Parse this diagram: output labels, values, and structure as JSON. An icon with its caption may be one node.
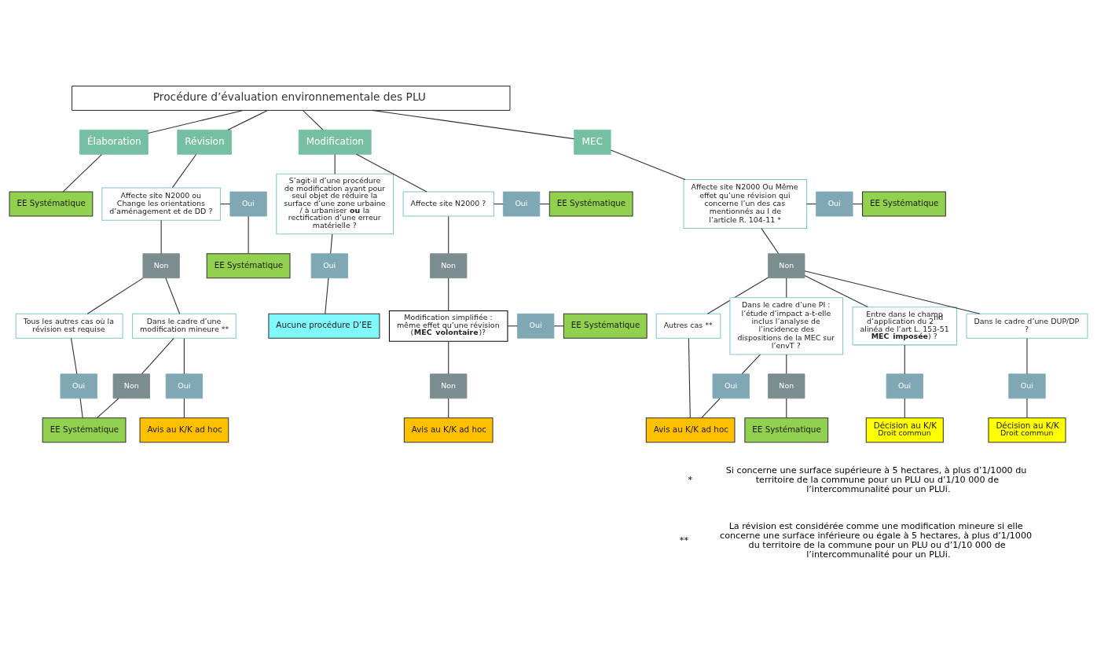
{
  "diagram": {
    "nodes": [
      {
        "text": [
          "Procédure d’évaluation environnementale des PLU"
        ]
      },
      {
        "text": [
          "Élaboration"
        ]
      },
      {
        "text": [
          "Révision"
        ]
      },
      {
        "text": [
          "Modification"
        ]
      },
      {
        "text": [
          "MEC"
        ]
      },
      {
        "text": [
          "EE Systématique"
        ]
      },
      {
        "text": [
          "Affecte site N2000 ou Change les orientations d’aménagement et de DD ?"
        ]
      },
      {
        "text": [
          "Oui"
        ]
      },
      {
        "text": [
          "EE Systématique"
        ]
      },
      {
        "text": [
          "Non"
        ]
      },
      {
        "text": [
          "Tous les autres cas où la révision est requise"
        ]
      },
      {
        "text": [
          "Dans le cadre d’une modification mineure **"
        ]
      },
      {
        "text": [
          "Oui"
        ]
      },
      {
        "text": [
          "EE Systématique"
        ]
      },
      {
        "text": [
          "Non"
        ]
      },
      {
        "text": [
          "Oui"
        ]
      },
      {
        "text": [
          "Avis au K/K ad hoc"
        ]
      },
      {
        "text": [
          "S’agit-il d’une procédure de modification ayant pour seul objet de réduire la surface d’une zone urbaine / à urbaniser **ou** la rectification d’une erreur matérielle ?"
        ]
      },
      {
        "text": [
          "Oui"
        ]
      },
      {
        "text": [
          "Aucune procédure D’EE"
        ]
      },
      {
        "text": [
          "Affecte site N2000 ?"
        ]
      },
      {
        "text": [
          "Oui"
        ]
      },
      {
        "text": [
          "EE Systématique"
        ]
      },
      {
        "text": [
          "Non"
        ]
      },
      {
        "text": [
          "Modification simplifiée : même effet qu’une révision (**MEC volontaire**)?"
        ]
      },
      {
        "text": [
          "Oui"
        ]
      },
      {
        "text": [
          "EE Systématique"
        ]
      },
      {
        "text": [
          "Non"
        ]
      },
      {
        "text": [
          "Avis au K/K ad hoc"
        ]
      },
      {
        "text": [
          "Affecte site N2000 Ou Même effet qu’une révision qui concerne l’un des cas mentionnés au I de l’article R. 104-11 *"
        ]
      },
      {
        "text": [
          "Oui"
        ]
      },
      {
        "text": [
          "EE Systématique"
        ]
      },
      {
        "text": [
          "Non"
        ]
      },
      {
        "text": [
          "Autres cas **"
        ]
      },
      {
        "text": [
          "Dans le cadre d’une PI : l’étude d’impact a-t-elle inclus l’analyse de l’incidence des dispositions de la MEC sur l’envT ?"
        ]
      },
      {
        "text": [
          "Entre dans le champ d’application du 2$^{nd}$ alinéa de l’art L. 153-51 **MEC imposée**) ?"
        ]
      },
      {
        "text": [
          "Dans le cadre d’une DUP/DP ?"
        ]
      },
      {
        "text": [
          "Avis au K/K ad hoc"
        ]
      },
      {
        "text": [
          "Oui"
        ]
      },
      {
        "text": [
          "Non"
        ]
      },
      {
        "text": [
          "EE Systématique"
        ]
      },
      {
        "text": [
          "Oui"
        ]
      },
      {
        "text": [
          "Décision au K/K",
          "Droit commun"
        ]
      },
      {
        "text": [
          "Oui"
        ]
      },
      {
        "text": [
          "Décision au K/K",
          "Droit commun"
        ]
      }
    ],
    "edges": [
      {
        "from": 0,
        "to": 1,
        "arrow": "none"
      },
      {
        "from": 0,
        "to": 2,
        "arrow": "none"
      },
      {
        "from": 0,
        "to": 3,
        "arrow": "none"
      },
      {
        "from": 0,
        "to": 4,
        "arrow": "none"
      },
      {
        "from": 1,
        "to": 5,
        "arrow": "none"
      },
      {
        "from": 2,
        "to": 6,
        "arrow": "none"
      },
      {
        "from": 6,
        "to": 7,
        "arrow": "none"
      },
      {
        "from": 7,
        "to": 8,
        "arrow": "none"
      },
      {
        "from": 6,
        "to": 9,
        "arrow": "none"
      },
      {
        "from": 9,
        "to": 10,
        "arrow": "none"
      },
      {
        "from": 9,
        "to": 11,
        "arrow": "none"
      },
      {
        "from": 10,
        "to": 12,
        "arrow": "none"
      },
      {
        "from": 12,
        "to": 13,
        "arrow": "none"
      },
      {
        "from": 11,
        "to": 14,
        "arrow": "none"
      },
      {
        "from": 14,
        "to": 13,
        "arrow": "none"
      },
      {
        "from": 11,
        "to": 15,
        "arrow": "none"
      },
      {
        "from": 15,
        "to": 16,
        "arrow": "none"
      },
      {
        "from": 3,
        "to": 17,
        "arrow": "none"
      },
      {
        "from": 17,
        "to": 18,
        "arrow": "none"
      },
      {
        "from": 18,
        "to": 19,
        "arrow": "none"
      },
      {
        "from": 3,
        "to": 20,
        "arrow": "none"
      },
      {
        "from": 20,
        "to": 21,
        "arrow": "none"
      },
      {
        "from": 21,
        "to": 22,
        "arrow": "none"
      },
      {
        "from": 20,
        "to": 23,
        "arrow": "none"
      },
      {
        "from": 23,
        "to": 24,
        "arrow": "none"
      },
      {
        "from": 24,
        "to": 25,
        "arrow": "none"
      },
      {
        "from": 25,
        "to": 26,
        "arrow": "none"
      },
      {
        "from": 24,
        "to": 27,
        "arrow": "none"
      },
      {
        "from": 27,
        "to": 28,
        "arrow": "none"
      },
      {
        "from": 4,
        "to": 29,
        "arrow": "none"
      },
      {
        "from": 29,
        "to": 30,
        "arrow": "none"
      },
      {
        "from": 30,
        "to": 31,
        "arrow": "none"
      },
      {
        "from": 29,
        "to": 32,
        "arrow": "none"
      },
      {
        "from": 32,
        "to": 33,
        "arrow": "none"
      },
      {
        "from": 32,
        "to": 34,
        "arrow": "none"
      },
      {
        "from": 32,
        "to": 35,
        "arrow": "none"
      },
      {
        "from": 32,
        "to": 36,
        "arrow": "none"
      },
      {
        "from": 33,
        "to": 37,
        "arrow": "none"
      },
      {
        "from": 34,
        "to": 38,
        "arrow": "none"
      },
      {
        "from": 38,
        "to": 37,
        "arrow": "none"
      },
      {
        "from": 34,
        "to": 39,
        "arrow": "none"
      },
      {
        "from": 39,
        "to": 40,
        "arrow": "none"
      },
      {
        "from": 35,
        "to": 41,
        "arrow": "none"
      },
      {
        "from": 41,
        "to": 42,
        "arrow": "none"
      },
      {
        "from": 36,
        "to": 43,
        "arrow": "none"
      },
      {
        "from": 43,
        "to": 44,
        "arrow": "none"
      }
    ],
    "labels": [
      "*",
      "Si concerne une surface supérieure à 5 hectares, à plus d’1/1000 du territoire de la commune pour un PLU ou d’1/10 000 de l’intercommunalité pour un PLUi.",
      "**",
      "La révision est considérée comme une modification mineure si elle concerne une surface inférieure ou égale à 5 hectares, à plus d’1/1000 du territoire de la commune pour un PLU ou d’1/10 000 de l’intercommunalité pour un PLUi."
    ]
  }
}
